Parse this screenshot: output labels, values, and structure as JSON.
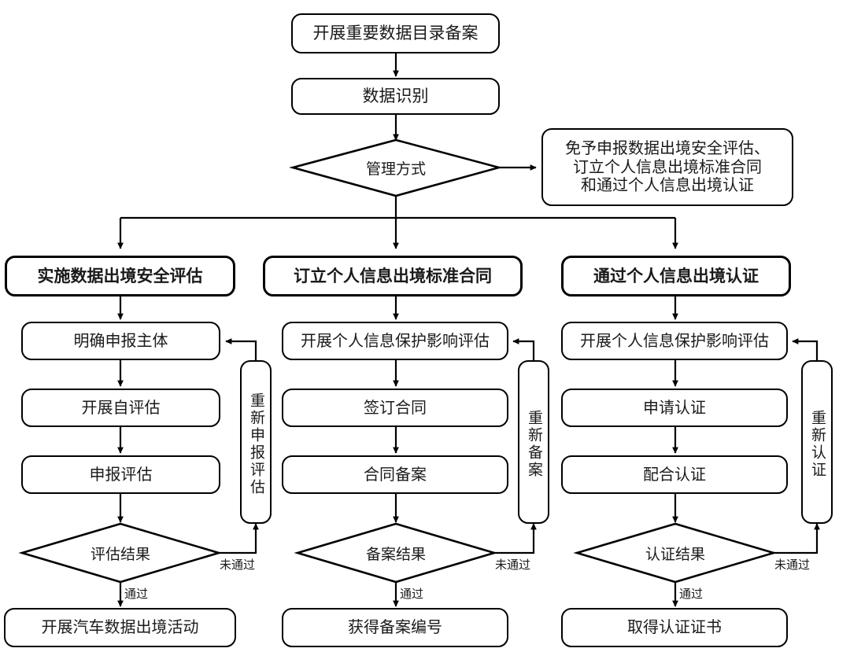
{
  "diagram": {
    "title_box": {
      "label": "开展重要数据目录备案"
    },
    "identify_box": {
      "label": "数据识别"
    },
    "decision_mode": {
      "label": "管理方式"
    },
    "exempt_note": {
      "line1": "免予申报数据出境安全评估、",
      "line2": "订立个人信息出境标准合同",
      "line3": "和通过个人信息出境认证"
    },
    "columns": [
      {
        "id": "security-assessment",
        "header": "实施数据出境安全评估",
        "steps": [
          "明确申报主体",
          "开展自评估",
          "申报评估"
        ],
        "decision": "评估结果",
        "pass_label": "通过",
        "fail_label": "未通过",
        "retry": "重新申报评估",
        "result": "开展汽车数据出境活动"
      },
      {
        "id": "standard-contract",
        "header": "订立个人信息出境标准合同",
        "steps": [
          "开展个人信息保护影响评估",
          "签订合同",
          "合同备案"
        ],
        "decision": "备案结果",
        "pass_label": "通过",
        "fail_label": "未通过",
        "retry": "重新备案",
        "result": "获得备案编号"
      },
      {
        "id": "certification",
        "header": "通过个人信息出境认证",
        "steps": [
          "开展个人信息保护影响评估",
          "申请认证",
          "配合认证"
        ],
        "decision": "认证结果",
        "pass_label": "通过",
        "fail_label": "未通过",
        "retry": "重新认证",
        "result": "取得认证证书"
      }
    ],
    "colors": {
      "stroke": "#000000",
      "text": "#1a1a1a",
      "background": "#ffffff"
    }
  }
}
